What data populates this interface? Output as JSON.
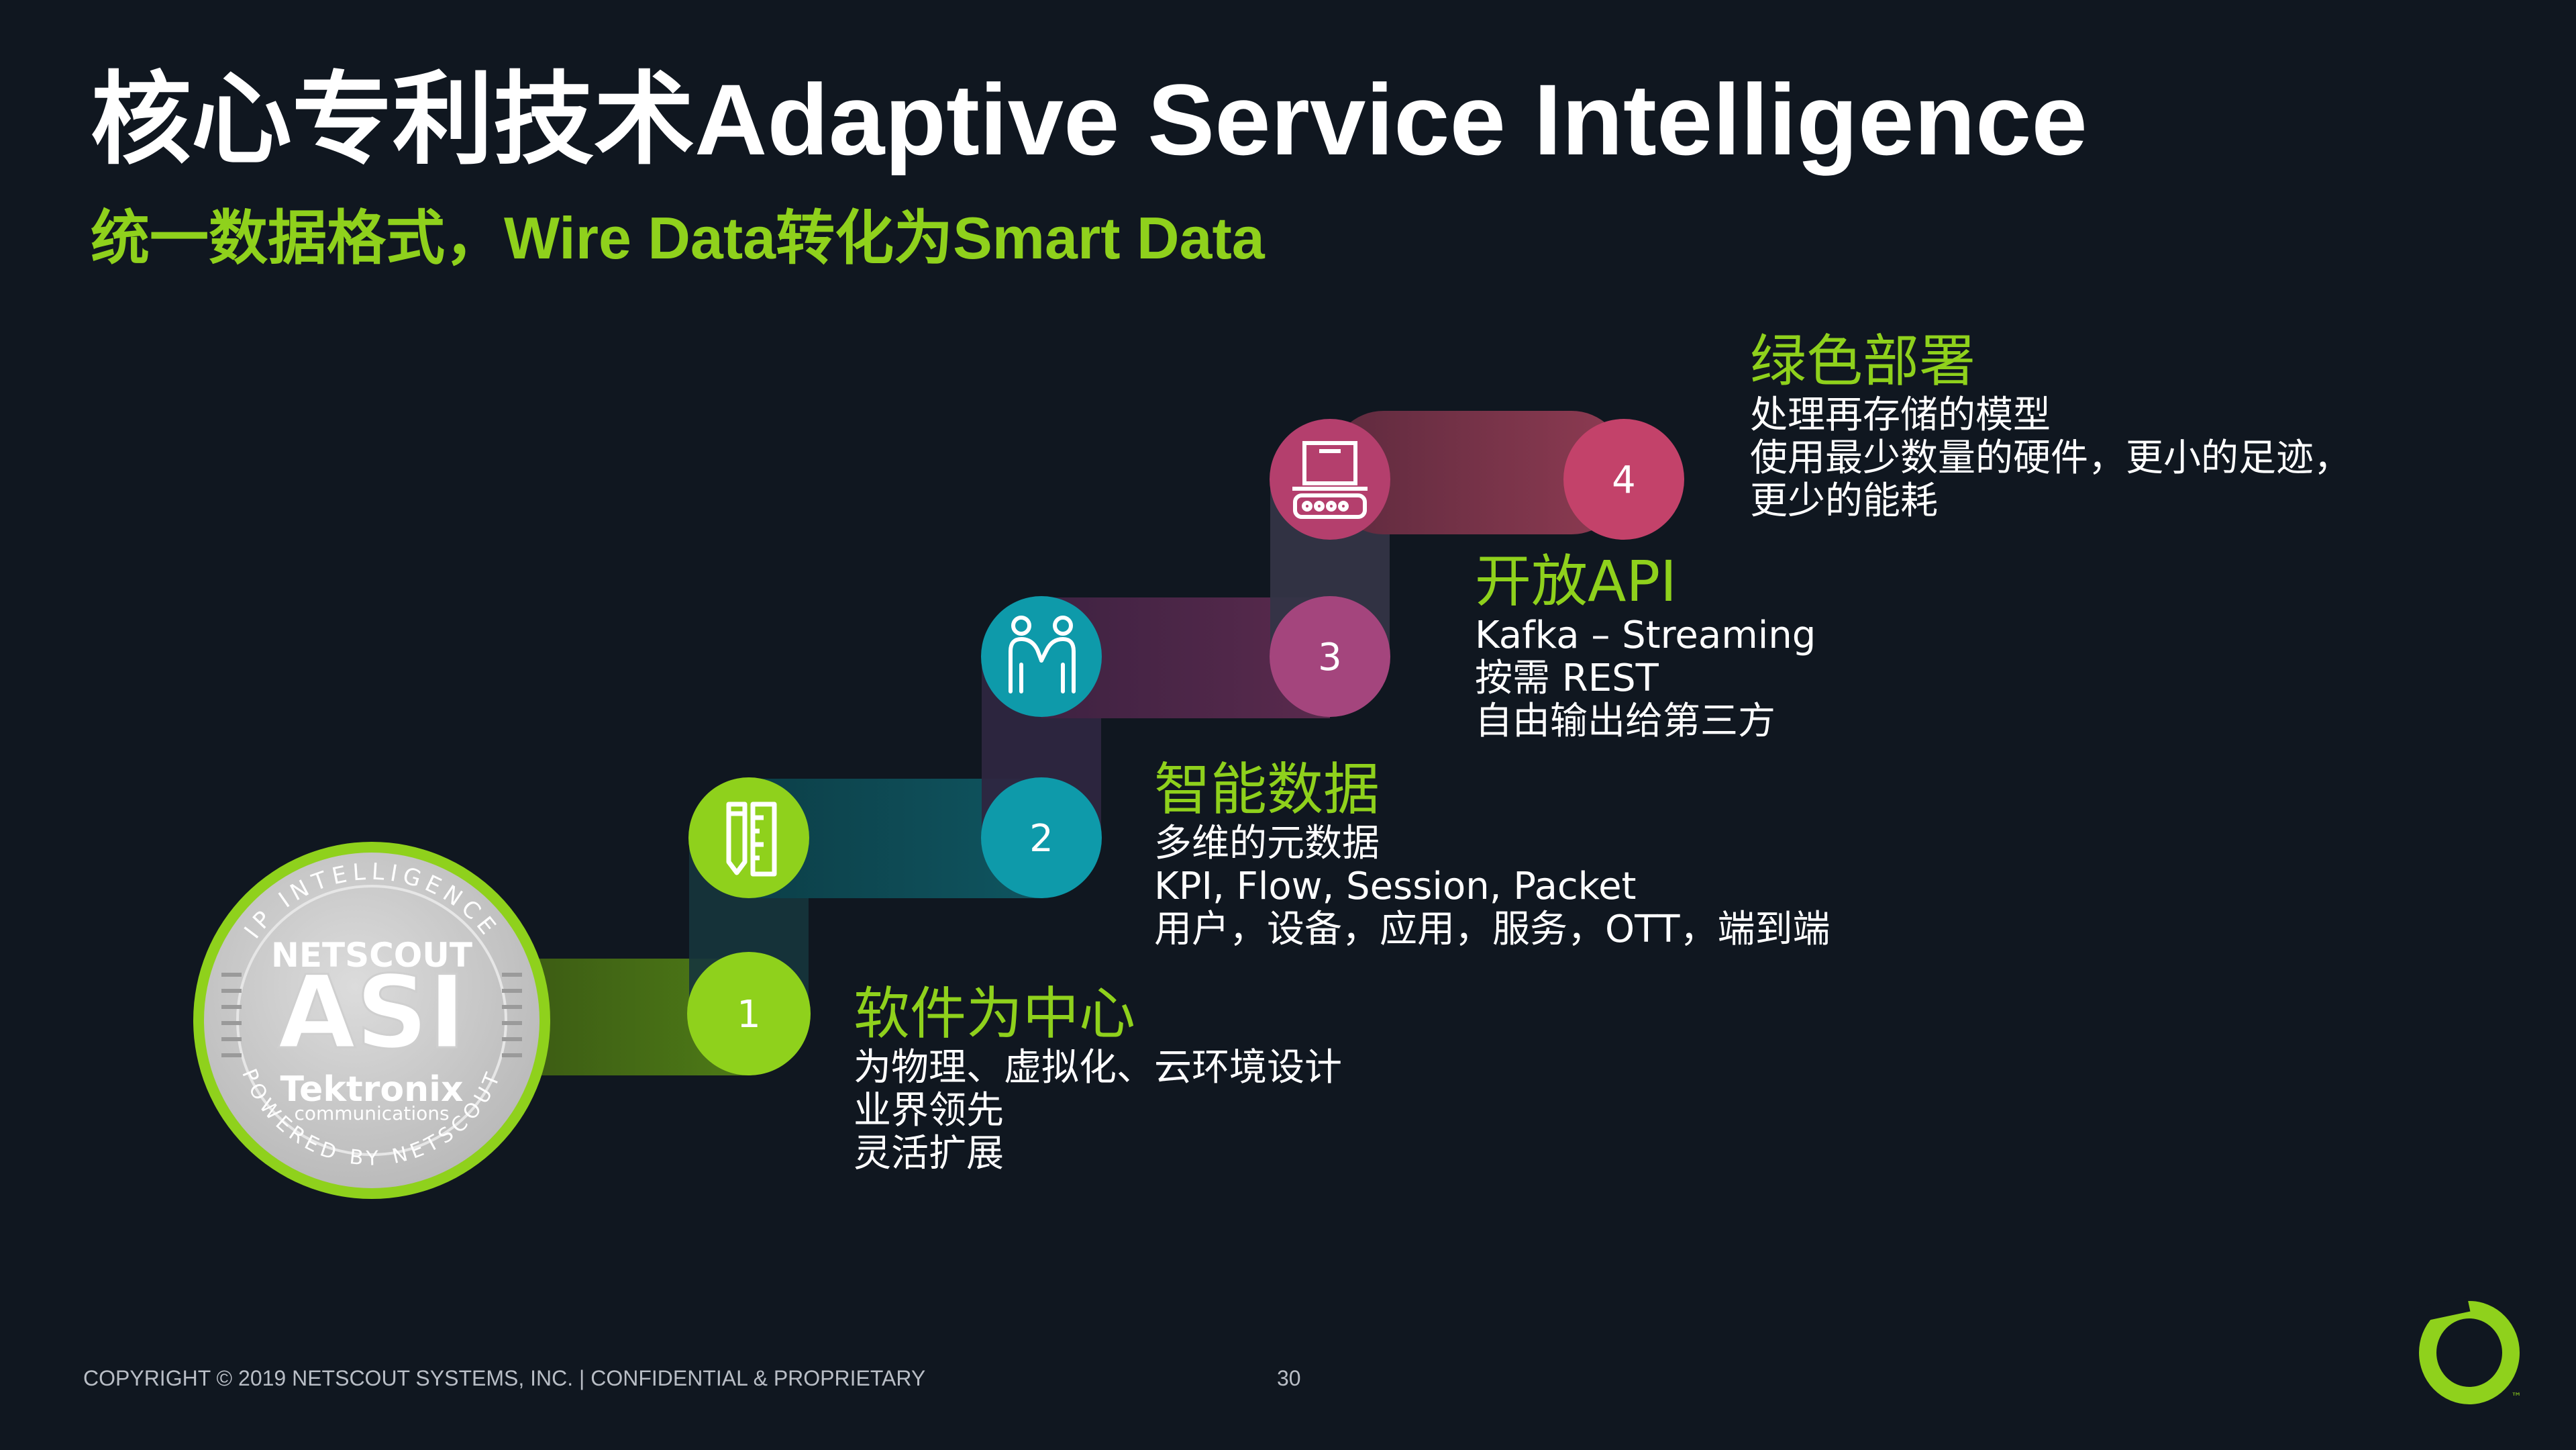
{
  "header": {
    "title": "核心专利技术Adaptive Service Intelligence",
    "subtitle": "统一数据格式，Wire Data转化为Smart Data"
  },
  "steps": [
    {
      "number": "1",
      "icon": "badge-icon",
      "color": "#8fd11c",
      "heading": "软件为中心",
      "lines": [
        "为物理、虚拟化、云环境设计",
        "业界领先",
        "灵活扩展"
      ]
    },
    {
      "number": "2",
      "icon": "ruler-pencil-icon",
      "color": "#0e9aaa",
      "heading": "智能数据",
      "lines": [
        "多维的元数据",
        "KPI, Flow, Session, Packet",
        "用户，设备，应用，服务，OTT，端到端"
      ]
    },
    {
      "number": "3",
      "icon": "handshake-people-icon",
      "color": "#a4457d",
      "heading": "开放API",
      "lines": [
        "Kafka – Streaming",
        "按需 REST",
        "自由输出给第三方"
      ]
    },
    {
      "number": "4",
      "icon": "appliance-device-icon",
      "color": "#c3426a",
      "heading": "绿色部署",
      "lines": [
        "处理再存储的模型",
        "使用最少数量的硬件，更小的足迹，",
        "更少的能耗"
      ]
    }
  ],
  "badge": {
    "ring_text_top": "IP INTELLIGENCE",
    "ring_text_bottom": "POWERED BY NETSCOUT",
    "brand": "NETSCOUT",
    "product": "ASI",
    "partner": "Tektronix",
    "partner_sub": "communications"
  },
  "footer": {
    "copyright": "COPYRIGHT © 2019 NETSCOUT SYSTEMS, INC.  |  CONFIDENTIAL & PROPRIETARY",
    "page_number": "30",
    "logo_mark": "™"
  },
  "colors": {
    "background": "#101720",
    "accent_green": "#8fd11c",
    "teal": "#0e9aaa",
    "magenta": "#a4457d",
    "pink": "#c3426a"
  }
}
